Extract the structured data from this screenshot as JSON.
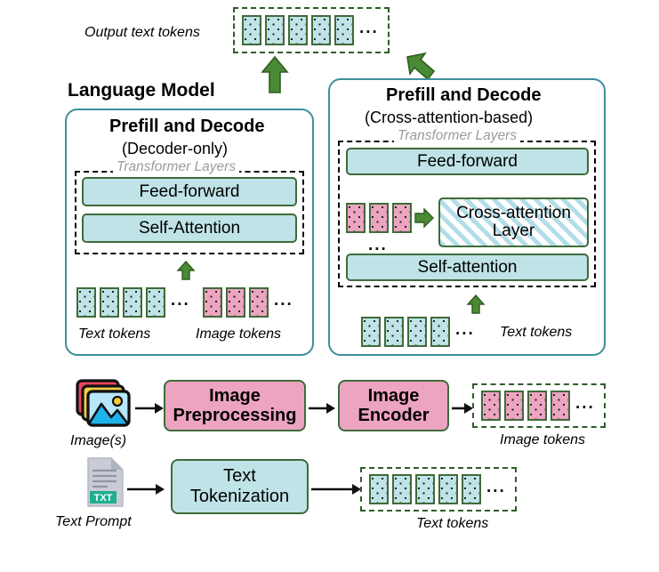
{
  "diagram": {
    "title": "Multimodal LLM inference pipeline",
    "colors": {
      "token_blue": "#bfe3e6",
      "token_pink": "#eda4c0",
      "token_border": "#3f6b3a",
      "group_dash": "#2f5d2a",
      "panel_border": "#3f8f9e",
      "arrow_green": "#4a8a35",
      "gray_label": "#9b9b9b",
      "hatch_blue": "#b3dde8"
    },
    "ellipsis": "...",
    "output_row": {
      "label": "Output text tokens",
      "token_count": 5,
      "token_kind": "text",
      "ellipsis": "..."
    },
    "language_model_label": "Language Model",
    "left_panel": {
      "title": "Prefill and Decode",
      "subtitle": "(Decoder-only)",
      "transformer_label": "Transformer Layers",
      "layers": [
        {
          "name": "Feed-forward",
          "style": "solid"
        },
        {
          "name": "Self-Attention",
          "style": "solid"
        }
      ],
      "input_tokens": {
        "text_label": "Text tokens",
        "text_count": 4,
        "image_label": "Image tokens",
        "image_count": 3,
        "ellipsis": "..."
      }
    },
    "right_panel": {
      "title": "Prefill and Decode",
      "subtitle": "(Cross-attention-based)",
      "transformer_label": "Transformer Layers",
      "layers": [
        {
          "name": "Feed-forward",
          "style": "solid"
        },
        {
          "name": "Cross-attention Layer",
          "style": "hatched"
        },
        {
          "name": "Self-attention",
          "style": "solid"
        }
      ],
      "cross_attention_line1": "Cross-attention",
      "cross_attention_line2": "Layer",
      "injected_image_tokens": {
        "count": 3,
        "ellipsis": "..."
      },
      "input_tokens": {
        "text_label": "Text tokens",
        "text_count": 4,
        "ellipsis": "..."
      }
    },
    "image_pipeline": {
      "source_label": "Image(s)",
      "source_icon": "image-stack-icon",
      "stages": [
        {
          "line1": "Image",
          "line2": "Preprocessing",
          "color": "pink"
        },
        {
          "line1": "Image",
          "line2": "Encoder",
          "color": "pink"
        }
      ],
      "output": {
        "label": "Image tokens",
        "token_count": 4,
        "ellipsis": "..."
      }
    },
    "text_pipeline": {
      "source_label": "Text Prompt",
      "source_icon": "txt-document-icon",
      "source_badge": "TXT",
      "stage": {
        "line1": "Text",
        "line2": "Tokenization",
        "color": "blue"
      },
      "output": {
        "label": "Text tokens",
        "token_count": 5,
        "ellipsis": "..."
      }
    }
  }
}
